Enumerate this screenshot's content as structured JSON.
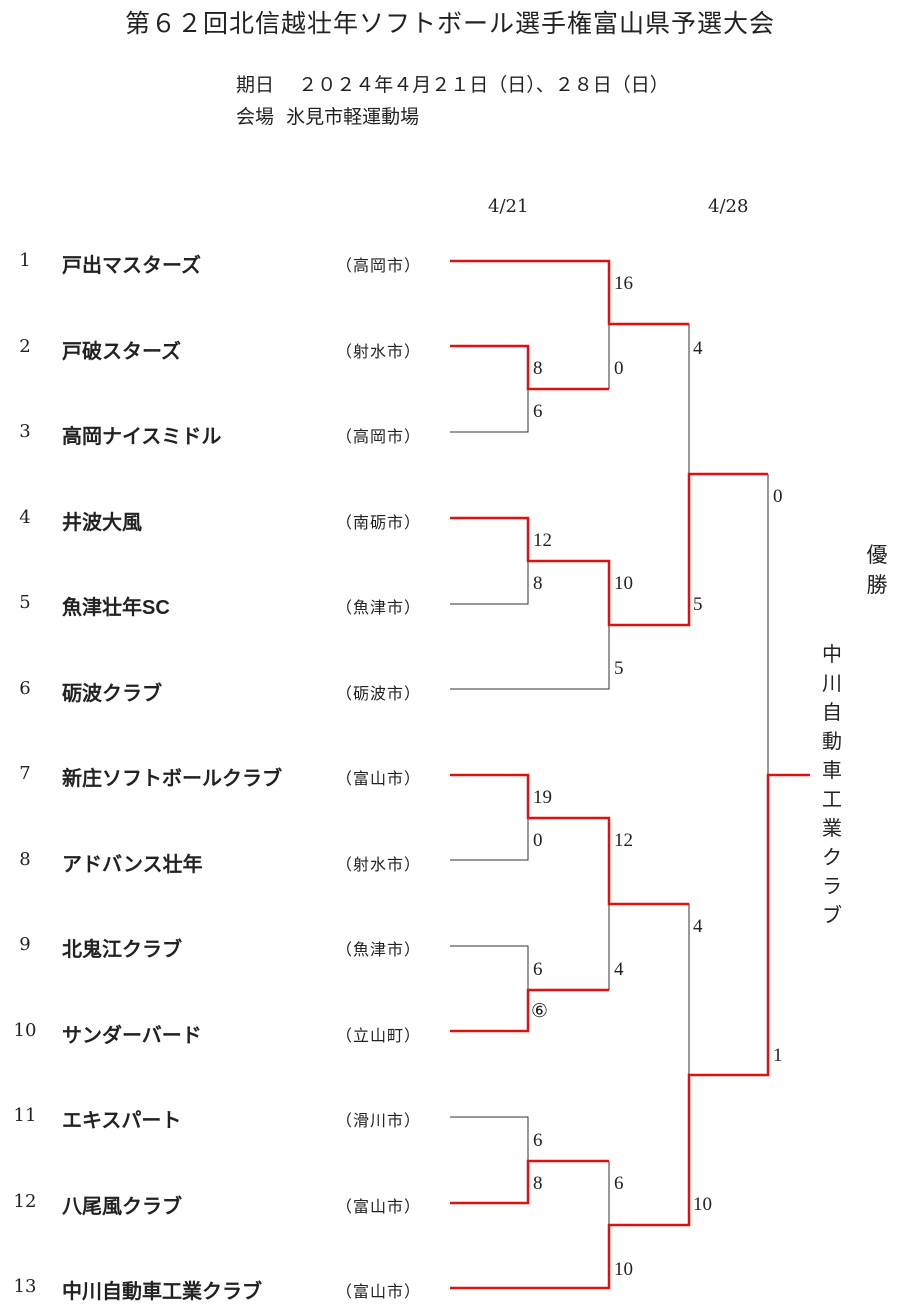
{
  "title": "第６２回北信越壮年ソフトボール選手権富山県予選大会",
  "schedule": {
    "date_label": "期日",
    "date_value": "２０２４年４月２１日（日）、２８日（日）",
    "venue_label": "会場",
    "venue_value": "氷見市軽運動場"
  },
  "round_dates": [
    "4/21",
    "4/28"
  ],
  "teams": [
    {
      "no": "1",
      "name": "戸出マスターズ",
      "city": "（高岡市）"
    },
    {
      "no": "2",
      "name": "戸破スターズ",
      "city": "（射水市）"
    },
    {
      "no": "3",
      "name": "高岡ナイスミドル",
      "city": "（高岡市）"
    },
    {
      "no": "4",
      "name": "井波大風",
      "city": "（南砺市）"
    },
    {
      "no": "5",
      "name": "魚津壮年SC",
      "city": "（魚津市）"
    },
    {
      "no": "6",
      "name": "砺波クラブ",
      "city": "（砺波市）"
    },
    {
      "no": "7",
      "name": "新庄ソフトボールクラブ",
      "city": "（富山市）"
    },
    {
      "no": "8",
      "name": "アドバンス壮年",
      "city": "（射水市）"
    },
    {
      "no": "9",
      "name": "北鬼江クラブ",
      "city": "（魚津市）"
    },
    {
      "no": "10",
      "name": "サンダーバード",
      "city": "（立山町）"
    },
    {
      "no": "11",
      "name": "エキスパート",
      "city": "（滑川市）"
    },
    {
      "no": "12",
      "name": "八尾風クラブ",
      "city": "（富山市）"
    },
    {
      "no": "13",
      "name": "中川自動車工業クラブ",
      "city": "（富山市）"
    }
  ],
  "scores": {
    "r1_2v3": [
      "8",
      "6"
    ],
    "r1_4v5": [
      "12",
      "8"
    ],
    "r1_7v8": [
      "19",
      "0"
    ],
    "r1_9v10": [
      "6",
      "⑥"
    ],
    "r1_11v12": [
      "6",
      "8"
    ],
    "r2_1v23": [
      "16",
      "0"
    ],
    "r2_45v6": [
      "10",
      "5"
    ],
    "r2_78v910": [
      "12",
      "4"
    ],
    "r2_1112v13": [
      "6",
      "10"
    ],
    "sf_top": [
      "4",
      "5"
    ],
    "sf_bottom": [
      "4",
      "10"
    ],
    "final": [
      "0",
      "1"
    ]
  },
  "champion": {
    "label": "優勝",
    "team": "中川自動車工業クラブ"
  },
  "line_colors": {
    "winner": "#e01010",
    "loser": "#333333"
  }
}
